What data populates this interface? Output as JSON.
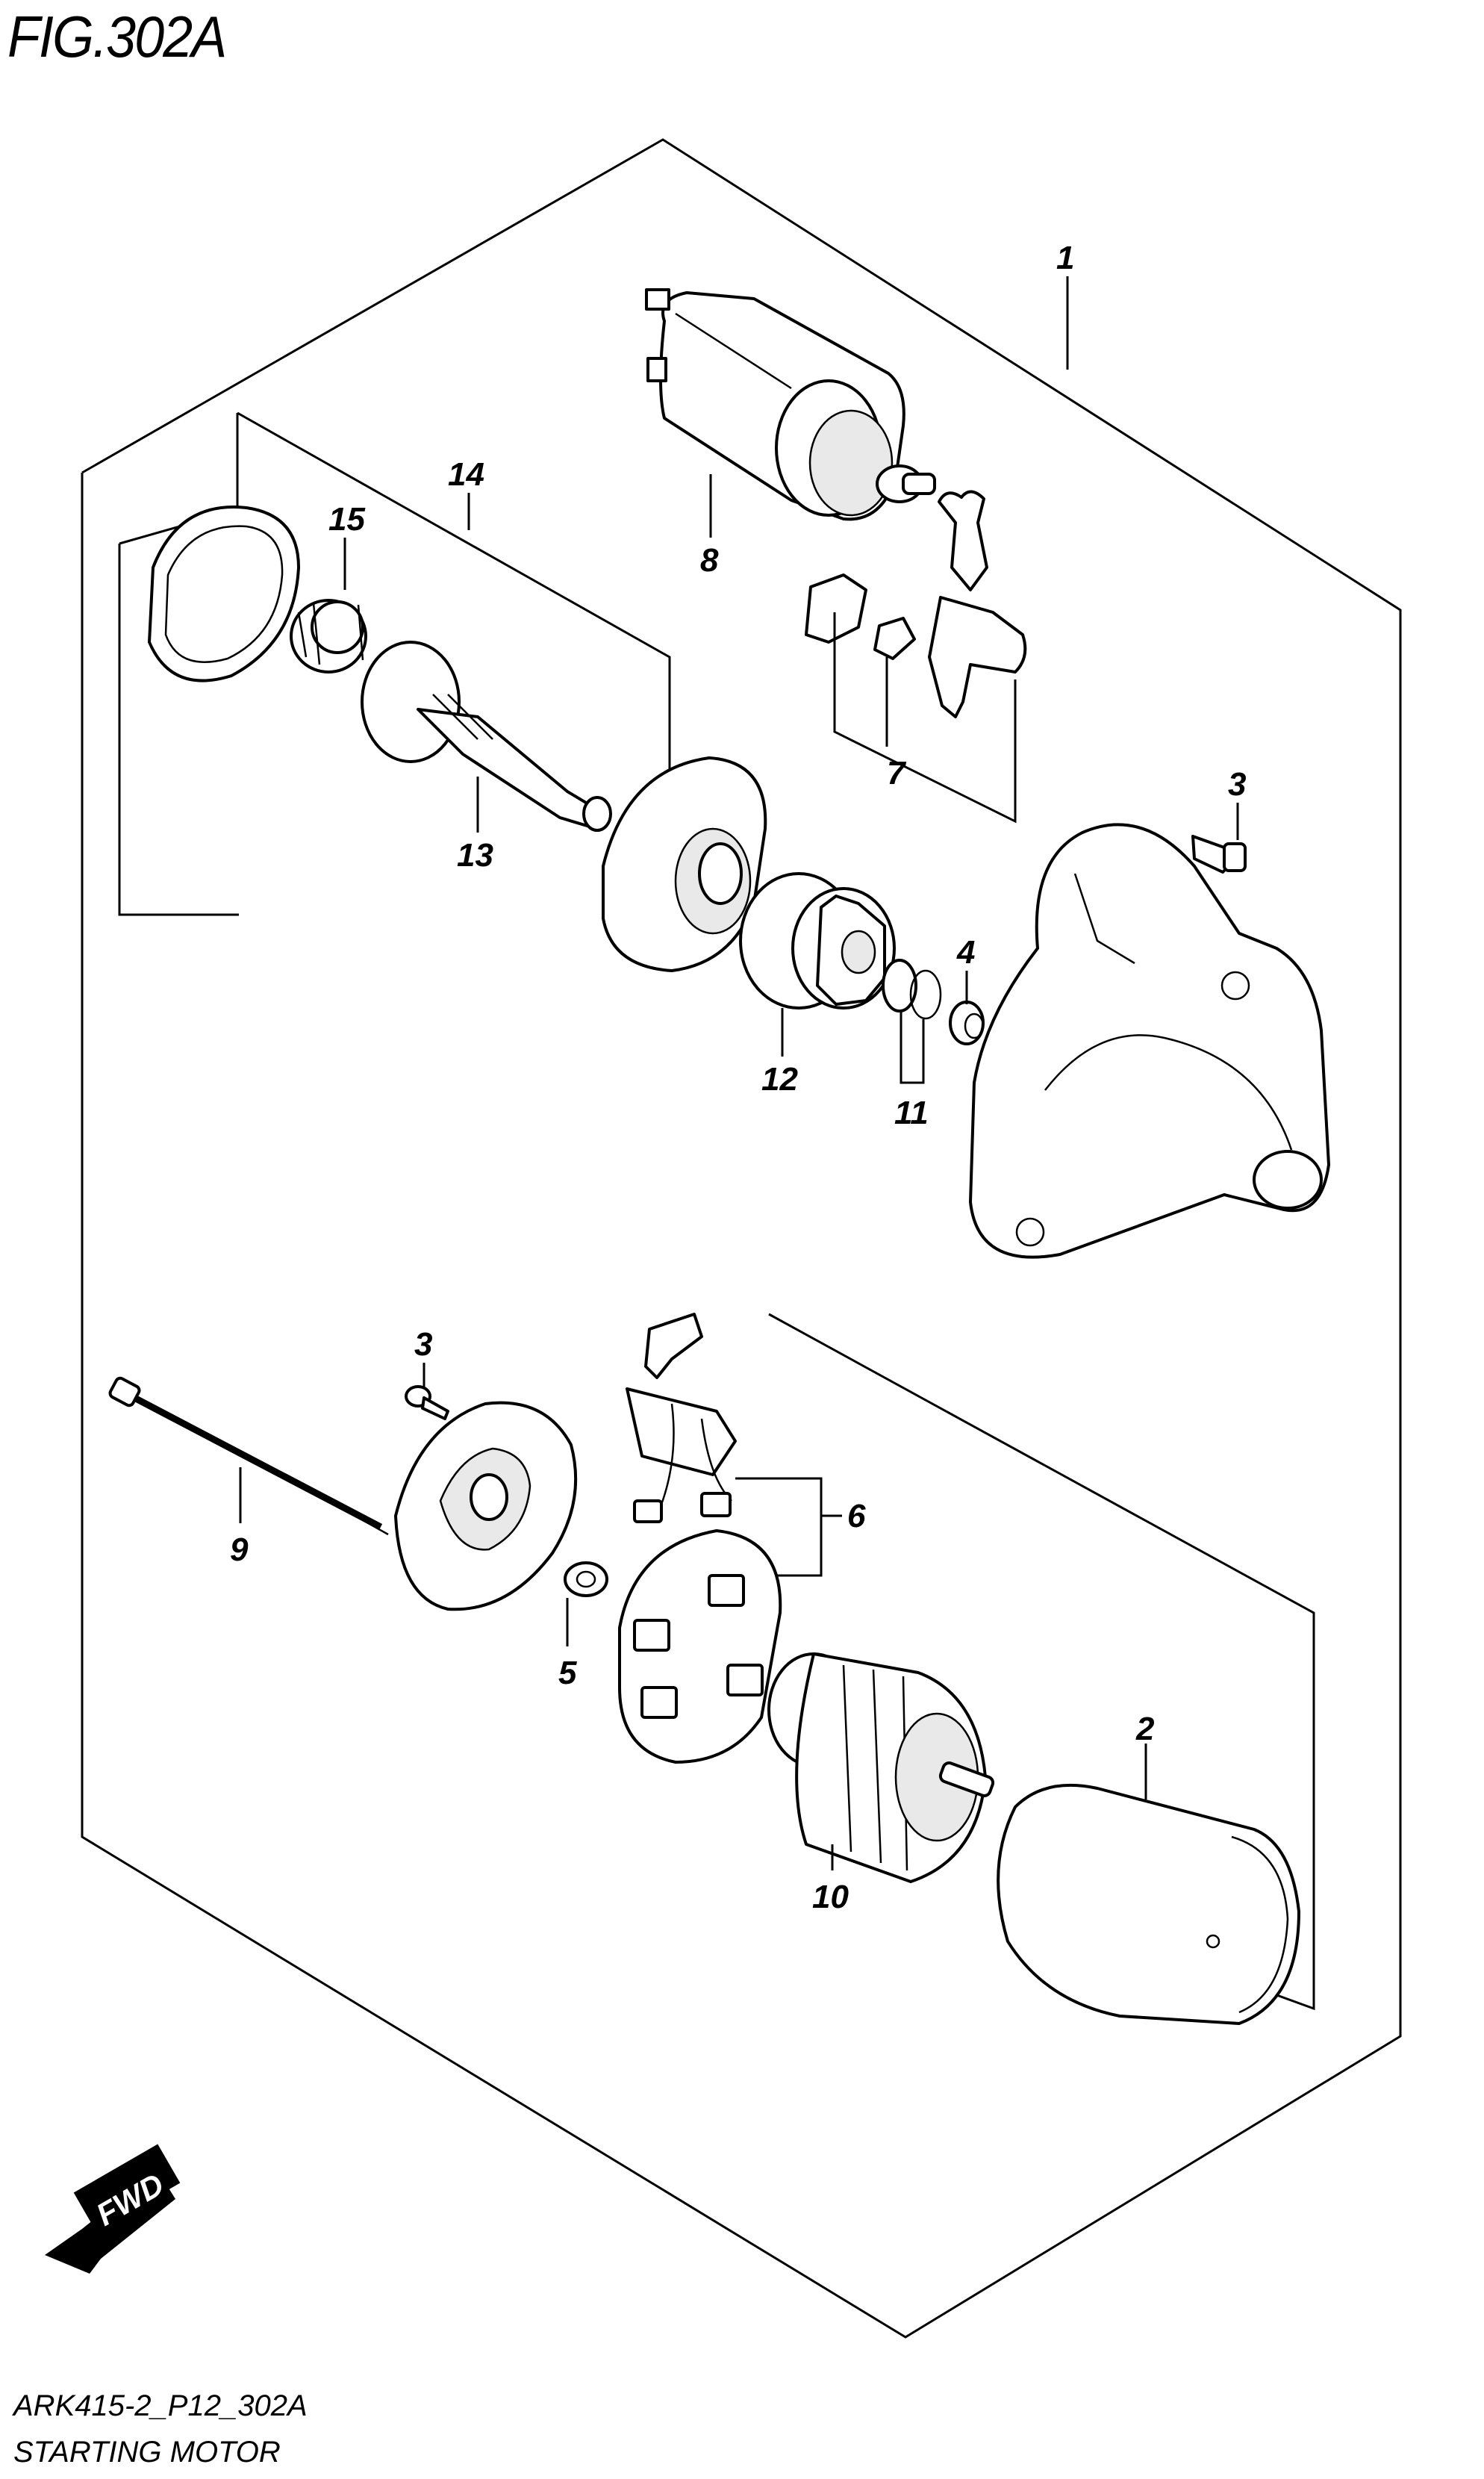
{
  "figure": {
    "title": "FIG.302A",
    "code": "ARK415-2_P12_302A",
    "caption": "STARTING MOTOR"
  },
  "fwd_badge": {
    "label": "FWD"
  },
  "callouts": [
    {
      "id": "1",
      "label": "1"
    },
    {
      "id": "2",
      "label": "2"
    },
    {
      "id": "3a",
      "label": "3"
    },
    {
      "id": "3b",
      "label": "3"
    },
    {
      "id": "4",
      "label": "4"
    },
    {
      "id": "5",
      "label": "5"
    },
    {
      "id": "6",
      "label": "6"
    },
    {
      "id": "7",
      "label": "7"
    },
    {
      "id": "8",
      "label": "8"
    },
    {
      "id": "9",
      "label": "9"
    },
    {
      "id": "10",
      "label": "10"
    },
    {
      "id": "11",
      "label": "11"
    },
    {
      "id": "12",
      "label": "12"
    },
    {
      "id": "13",
      "label": "13"
    },
    {
      "id": "14",
      "label": "14"
    },
    {
      "id": "15",
      "label": "15"
    }
  ]
}
